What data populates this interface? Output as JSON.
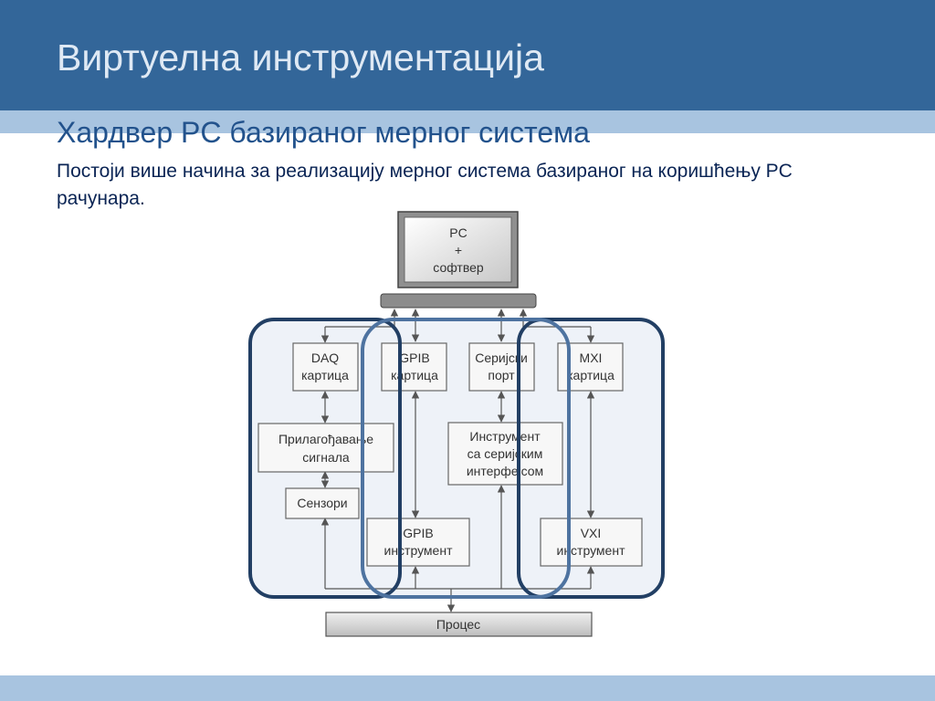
{
  "slide": {
    "title": "Виртуелна инструментација",
    "subtitle": "Хардвер PC базираног мерног система",
    "body": "Постоји више начина за реализацију мерног система базираног на коришћењу PC рачунара."
  },
  "diagram": {
    "pc_box": [
      "PC",
      "+",
      "софтвер"
    ],
    "daq_card": [
      "DAQ",
      "картица"
    ],
    "gpib_card": [
      "GPIB",
      "картица"
    ],
    "serial_port": [
      "Серијски",
      "порт"
    ],
    "mxi_card": [
      "MXI",
      "картица"
    ],
    "signal_conditioning": [
      "Прилагођавање",
      "сигнала"
    ],
    "serial_instrument": [
      "Инструмент",
      "са серијским",
      "интерфејсом"
    ],
    "sensors": "Сензори",
    "gpib_instrument": [
      "GPIB",
      "инструмент"
    ],
    "vxi_instrument": [
      "VXI",
      "инструмент"
    ],
    "process": "Процес"
  }
}
